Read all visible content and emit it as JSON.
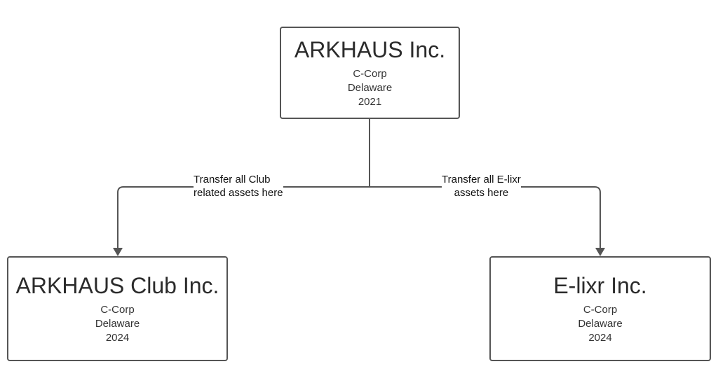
{
  "nodes": {
    "parent": {
      "title": "ARKHAUS Inc.",
      "type": "C-Corp",
      "state": "Delaware",
      "year": "2021"
    },
    "left": {
      "title": "ARKHAUS Club Inc.",
      "type": "C-Corp",
      "state": "Delaware",
      "year": "2024"
    },
    "right": {
      "title": "E-lixr Inc.",
      "type": "C-Corp",
      "state": "Delaware",
      "year": "2024"
    }
  },
  "edges": {
    "left": {
      "line1": "Transfer all Club",
      "line2": "related assets here"
    },
    "right": {
      "line1": "Transfer all E-lixr",
      "line2": "assets here"
    }
  },
  "colors": {
    "line": "#555555",
    "border": "#555555"
  }
}
